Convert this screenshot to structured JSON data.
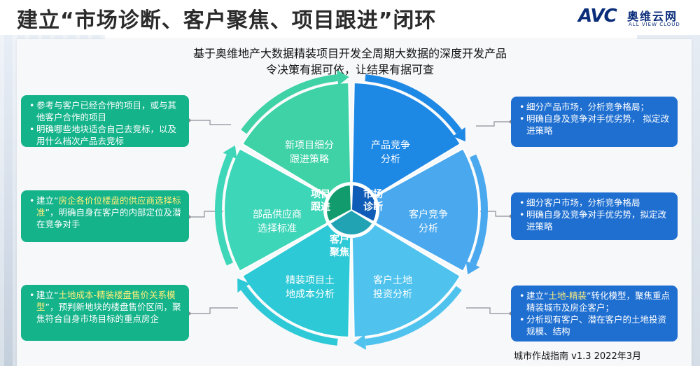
{
  "title": "建立“市场诊断、客户聚焦、项目跟进”闭环",
  "logo": {
    "brand": "AVC",
    "name_cn": "奥维云网",
    "name_en": "ALL VIEW CLOUD"
  },
  "subtitle_line1": "基于奥维地产大数据精装项目开发全周期大数据的深度开发产品",
  "subtitle_line2": "令决策有据可依，让结果有据可查",
  "wheel": {
    "segments": [
      {
        "line1": "产品竞争",
        "line2": "分析"
      },
      {
        "line1": "客户竞争",
        "line2": "分析"
      },
      {
        "line1": "客户土地",
        "line2": "投资分析"
      },
      {
        "line1": "精装项目土",
        "line2": "地成本分析"
      },
      {
        "line1": "部品供应商",
        "line2": "选择标准"
      },
      {
        "line1": "新项目细分",
        "line2": "跟进策略"
      }
    ],
    "core": [
      {
        "line1": "市场",
        "line2": "诊断"
      },
      {
        "line1": "客户",
        "line2": "聚焦"
      },
      {
        "line1": "项目",
        "line2": "跟进"
      }
    ]
  },
  "left_boxes": [
    {
      "items": [
        {
          "parts": [
            {
              "t": "参考与客户已经合作的项目，或与其他客户合作的项目"
            }
          ]
        },
        {
          "parts": [
            {
              "t": "明确哪些地块适合自己去竞标，以及用什么档次产品去竞标"
            }
          ]
        }
      ]
    },
    {
      "items": [
        {
          "parts": [
            {
              "t": "建立“"
            },
            {
              "t": "房企各价位楼盘的供应商选择标准",
              "hl": true
            },
            {
              "t": "”，明确自身在客户的内部定位及潜在竞争对手"
            }
          ]
        }
      ]
    },
    {
      "items": [
        {
          "parts": [
            {
              "t": "建立“"
            },
            {
              "t": "土地成本-精装楼盘售价关系模型",
              "hl": true
            },
            {
              "t": "”，预判新地块的楼盘售价区间，聚焦符合自身市场目标的重点房企"
            }
          ]
        }
      ]
    }
  ],
  "right_boxes": [
    {
      "items": [
        {
          "parts": [
            {
              "t": "细分产品市场，分析竞争格局；"
            }
          ]
        },
        {
          "parts": [
            {
              "t": "明确自身及竞争对手优劣势， 拟定改进策略"
            }
          ]
        }
      ]
    },
    {
      "items": [
        {
          "parts": [
            {
              "t": "细分客户市场，分析竞争格局"
            }
          ]
        },
        {
          "parts": [
            {
              "t": "明确自身及竞争对手优劣势，拟定改进策略"
            }
          ]
        }
      ]
    },
    {
      "items": [
        {
          "parts": [
            {
              "t": "建立“"
            },
            {
              "t": "土地-精装",
              "hl": true
            },
            {
              "t": "”转化模型，聚焦重点精装城市及房企客户；"
            }
          ]
        },
        {
          "parts": [
            {
              "t": "分析现有客户、潜在客户的土地投资规模、结构"
            }
          ]
        }
      ]
    }
  ],
  "footer": "城市作战指南 v1.3 2022年3月",
  "colors": {
    "seg_product": "#1e88e5",
    "seg_customer": "#4aa8ee",
    "seg_land": "#4fc3ee",
    "seg_cost": "#2ec9d6",
    "seg_supplier": "#3ed6b8",
    "seg_new": "#3ed2a6",
    "left_box": "#14b38a",
    "right_box": "#1f6fd1",
    "highlight": "#ffef7a"
  }
}
